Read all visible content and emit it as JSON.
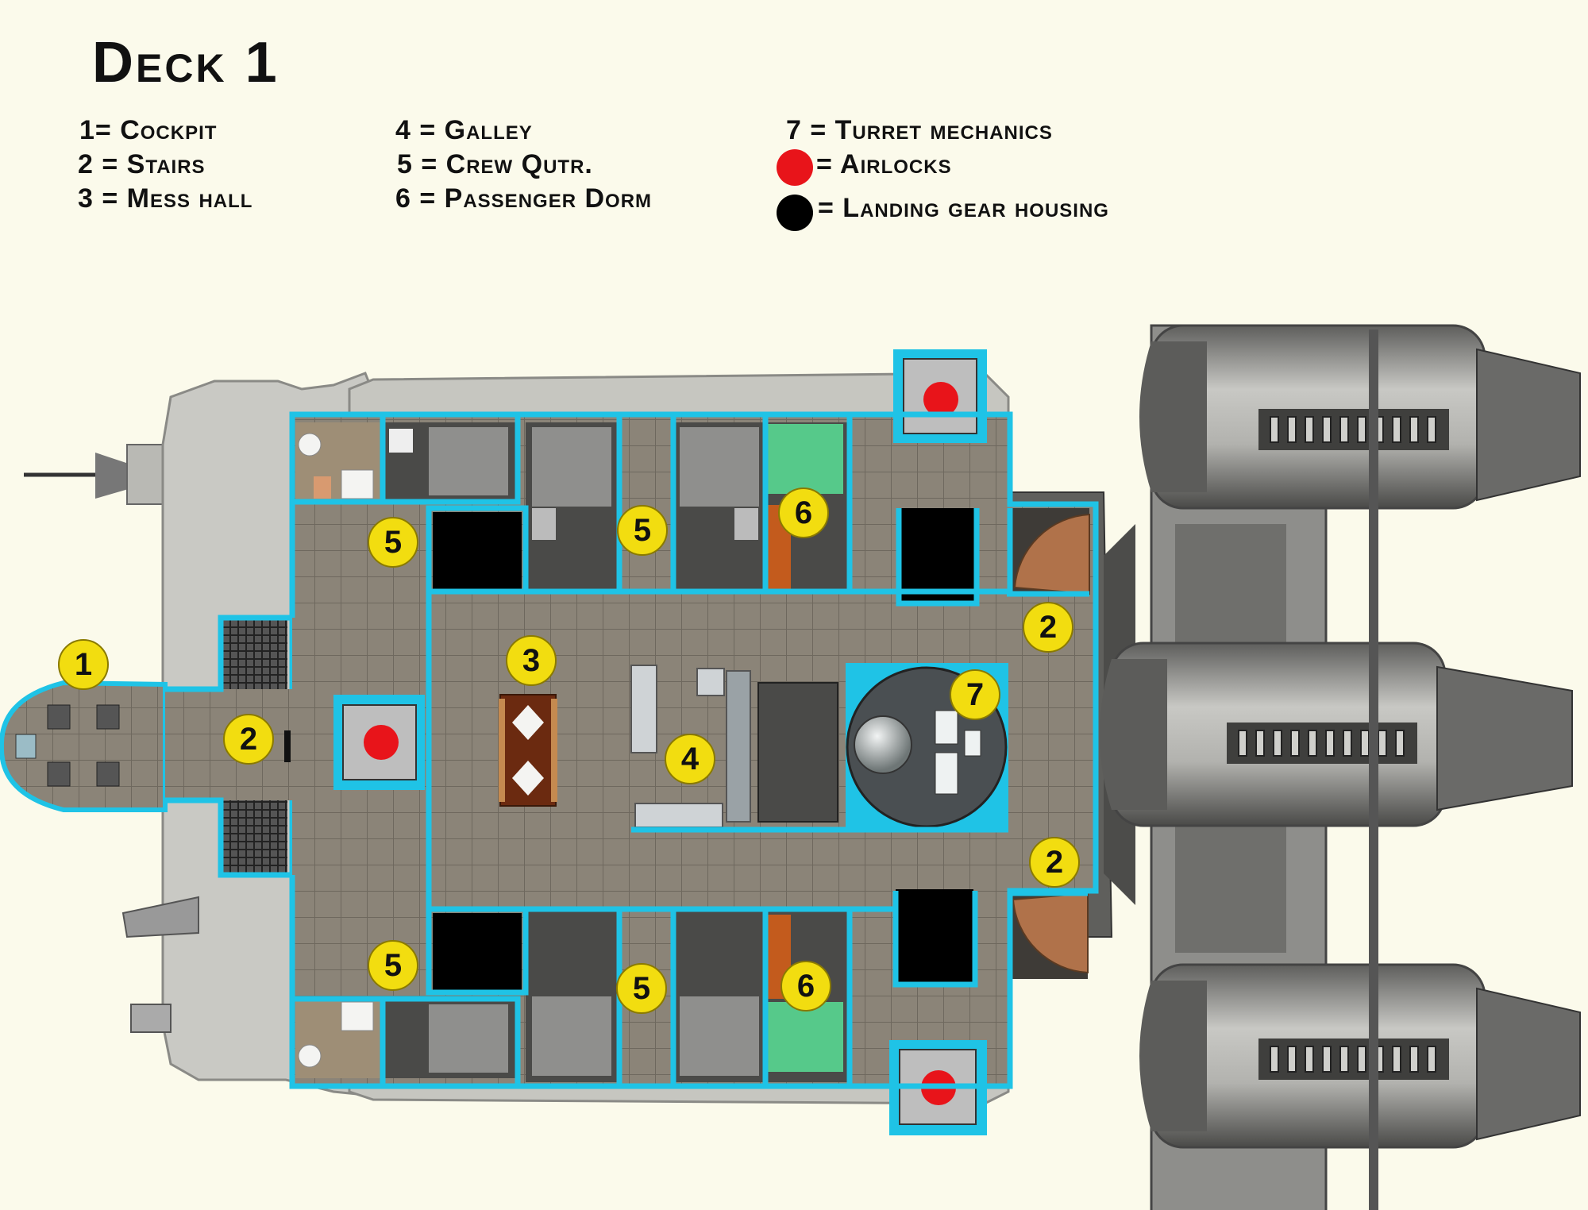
{
  "title": "Deck 1",
  "legend": {
    "col1": [
      "1= Cockpit",
      "2 = Stairs",
      "3 = Mess hall"
    ],
    "col2": [
      "4 = Galley",
      "5 = Crew Qutr.",
      "6 = Passenger Dorm"
    ],
    "col3_turret": "7 = Turret mechanics",
    "airlocks": "= Airlocks",
    "landing_gear": "= Landing gear housing"
  },
  "badges": {
    "cockpit": "1",
    "stairs_fore": "2",
    "stairs_upper": "2",
    "stairs_lower": "2",
    "mess_hall": "3",
    "galley": "4",
    "crew_upper_left": "5",
    "crew_upper_mid": "5",
    "crew_lower_left": "5",
    "crew_lower_mid": "5",
    "dorm_upper": "6",
    "dorm_lower": "6",
    "turret": "7"
  },
  "colors": {
    "background": "#fbfaeb",
    "wall": "#1fc3e6",
    "floor": "#8b8478",
    "airlock_marker": "#e8141a",
    "landing_gear": "#000000",
    "badge": "#f2dd10",
    "hull": "#c9c9c4",
    "engine": "#9b9b98"
  }
}
